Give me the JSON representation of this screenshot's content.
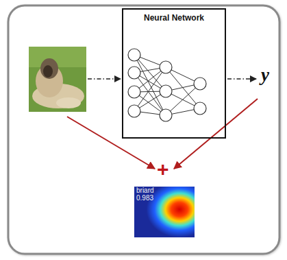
{
  "diagram": {
    "nodes": [
      {
        "text": [
          "Neural Network"
        ]
      },
      {
        "text": [
          "briard",
          "0.983"
        ]
      }
    ],
    "labels": [
      "y",
      "+"
    ]
  }
}
